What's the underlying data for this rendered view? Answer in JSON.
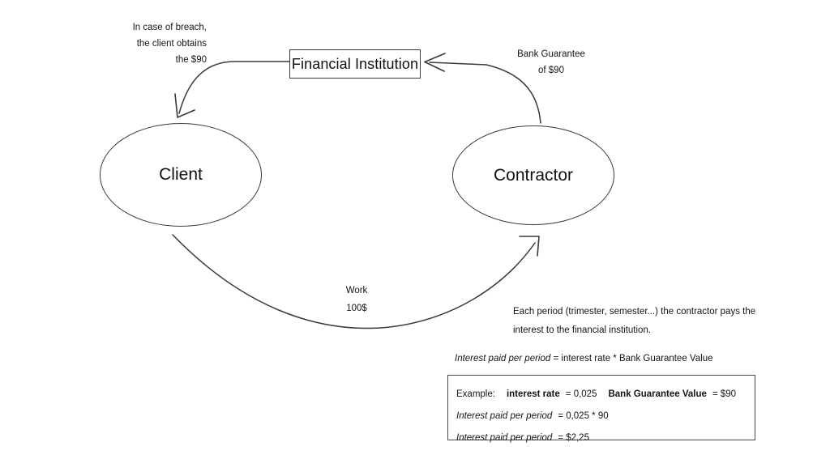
{
  "diagram": {
    "title": "Bank guarantee flow between Client, Contractor and Financial Institution",
    "background_color": "#ffffff",
    "stroke_color": "#3a3a3a",
    "text_color": "#141414"
  },
  "nodes": {
    "financial_institution": {
      "label": "Financial Institution",
      "shape": "rectangle"
    },
    "client": {
      "label": "Client",
      "shape": "ellipse"
    },
    "contractor": {
      "label": "Contractor",
      "shape": "ellipse"
    }
  },
  "edges": {
    "breach": {
      "caption": "In case of breach,\nthe client obtains\nthe $90",
      "from": "Financial Institution",
      "to": "Client"
    },
    "guarantee": {
      "caption": "Bank Guarantee\nof $90",
      "from": "Contractor",
      "to": "Financial Institution"
    },
    "work": {
      "caption": "Work\n100$",
      "from": "Client",
      "to": "Contractor"
    }
  },
  "notes": {
    "period": "Each period (trimester, semester...) the contractor pays the interest to the financial institution.",
    "formula": {
      "term": "Interest paid per period",
      "rest": " = interest rate * Bank Guarantee Value"
    }
  },
  "example_box": {
    "row1": {
      "title": "Example:",
      "label_1": "interest rate",
      "value_1": "= 0,025",
      "label_2": "Bank Guarantee Value",
      "value_2": "= $90"
    },
    "row2": {
      "term": "Interest paid per period",
      "value": "=  0,025 * 90"
    },
    "row3": {
      "term": "Interest paid per period",
      "value": "=  $2,25"
    }
  }
}
